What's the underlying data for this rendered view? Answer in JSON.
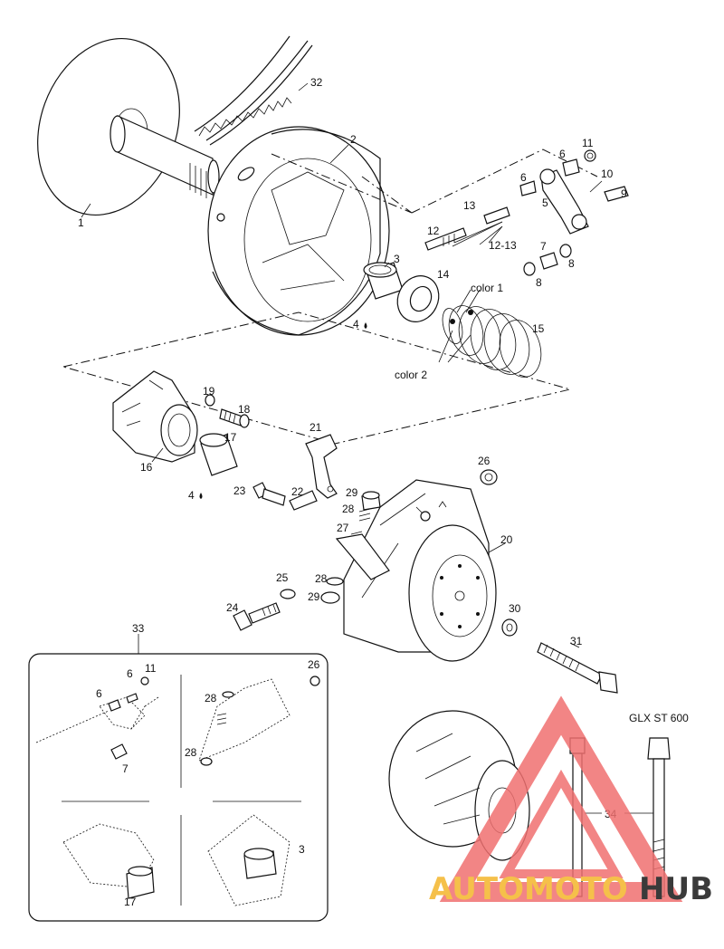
{
  "callouts": {
    "c1": "1",
    "c2": "2",
    "c3": "3",
    "c4a": "4",
    "c4b": "4",
    "c5": "5",
    "c6a": "6",
    "c6b": "6",
    "c7": "7",
    "c8a": "8",
    "c8b": "8",
    "c9": "9",
    "c10": "10",
    "c11": "11",
    "c12": "12",
    "c13": "13",
    "c1213": "12-13",
    "c14": "14",
    "c15": "15",
    "c16": "16",
    "c17": "17",
    "c18": "18",
    "c19": "19",
    "c20": "20",
    "c21": "21",
    "c22": "22",
    "c23": "23",
    "c24": "24",
    "c25": "25",
    "c26": "26",
    "c27": "27",
    "c28a": "28",
    "c28b": "28",
    "c29a": "29",
    "c29b": "29",
    "c30": "30",
    "c31": "31",
    "c32": "32",
    "c33": "33",
    "c34": "34"
  },
  "labels": {
    "color1": "color 1",
    "color2": "color 2",
    "model": "GLX ST 600"
  },
  "inset": {
    "c6a": "6",
    "c11": "11",
    "c6b": "6",
    "c7": "7",
    "c26": "26",
    "c28a": "28",
    "c28b": "28",
    "c17": "17",
    "c3": "3"
  },
  "watermark": {
    "part1": "AUTOMOTO",
    "part2": "HUB",
    "color_primary": "#f07070",
    "color_secondary": "#f5c04a",
    "color_dark": "#3a3a3a"
  }
}
